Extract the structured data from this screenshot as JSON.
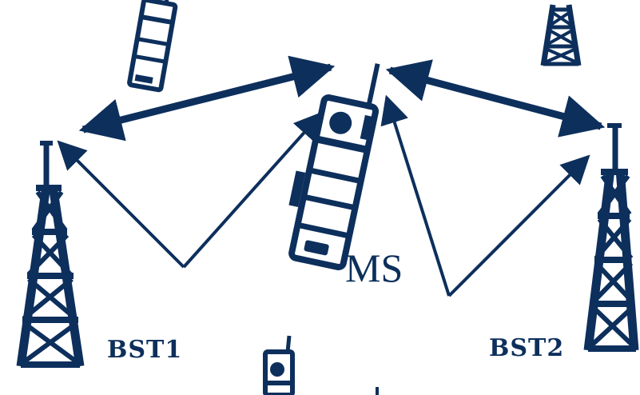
{
  "labels": {
    "ms": "MS",
    "bst1": "BST1",
    "bst2": "BST2"
  },
  "colors": {
    "ink": "#0d2f5c",
    "background": "#ffffff"
  },
  "icons": {
    "tower": "lattice-transmission-tower-icon",
    "phone": "mobile-phone-icon"
  }
}
